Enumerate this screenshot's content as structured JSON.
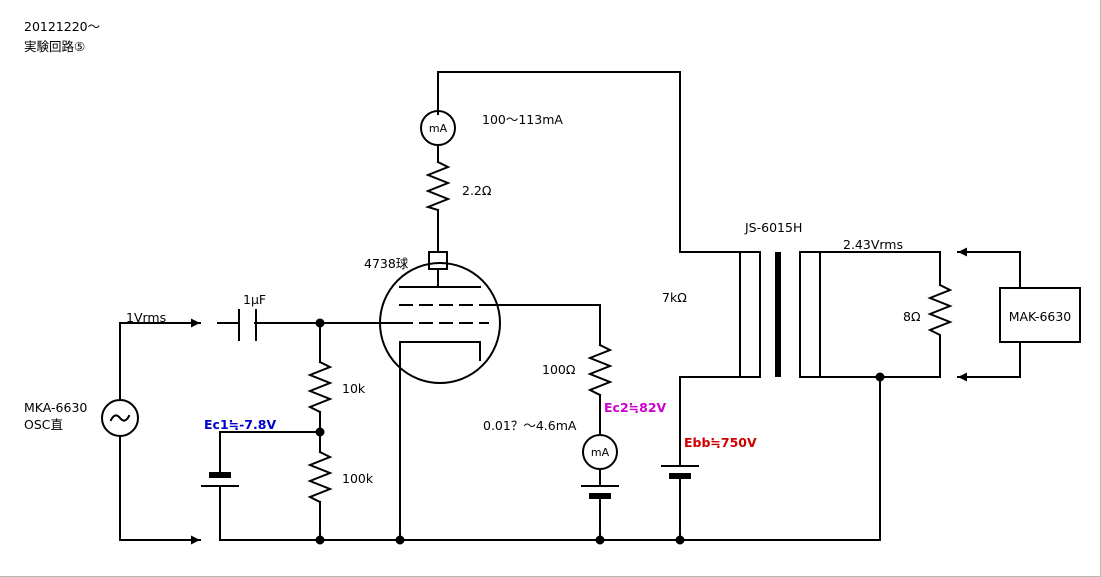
{
  "header": {
    "date": "20121220～",
    "title": "実験回路⑤"
  },
  "components": {
    "plate_meter": "mA",
    "screen_meter": "mA",
    "plate_current": "100～113mA",
    "plate_resistor": "2.2Ω",
    "tube": "4738球",
    "coupling_cap": "1μF",
    "input_level": "1Vrms",
    "generator_name": "MKA-6630",
    "generator_mode": "OSC直",
    "grid_resistor_top": "10k",
    "grid_resistor_bottom": "100k",
    "grid_bias": "Ec1≒-7.8V",
    "screen_resistor": "100Ω",
    "screen_voltage": "Ec2≒82V",
    "screen_current": "0.01？～4.6mA",
    "transformer": "JS-6015H",
    "primary_impedance": "7kΩ",
    "supply_voltage": "Ebb≒750V",
    "output_level": "2.43Vrms",
    "load": "8Ω",
    "analyzer": "MAK-6630"
  },
  "colors": {
    "bias": "#0000cc",
    "screen": "#cc00cc",
    "supply": "#cc0000"
  }
}
